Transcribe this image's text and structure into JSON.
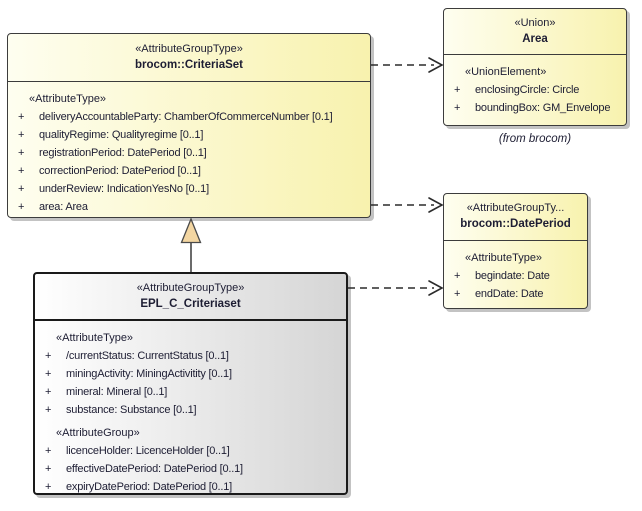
{
  "colors": {
    "canvas-bg": "#FFFFFF",
    "box-fill-left": "#FEFEF0",
    "box-fill-right": "#F8F2AE",
    "box-border": "#3C3C3C",
    "epl-fill-left": "#FFFFFF",
    "epl-fill-right": "#D5D5D5",
    "epl-border": "#1A1A1A",
    "shadow": "#C3C3C3",
    "text": "#1D1D33",
    "line": "#2B2B2B",
    "triangle-fill": "#F3D6A2"
  },
  "classes": {
    "criteria_set": {
      "stereotype": "«AttributeGroupType»",
      "name": "brocom::CriteriaSet",
      "heading": "«AttributeType»",
      "attributes": [
        {
          "vis": "+",
          "text": "deliveryAccountableParty: ChamberOfCommerceNumber [0.1]"
        },
        {
          "vis": "+",
          "text": "qualityRegime: Qualityregime [0..1]"
        },
        {
          "vis": "+",
          "text": "registrationPeriod: DatePeriod [0..1]"
        },
        {
          "vis": "+",
          "text": "correctionPeriod: DatePeriod [0..1]"
        },
        {
          "vis": "+",
          "text": "underReview: IndicationYesNo [0..1]"
        },
        {
          "vis": "+",
          "text": "area: Area"
        }
      ]
    },
    "area": {
      "stereotype": "«Union»",
      "name": "Area",
      "heading": "«UnionElement»",
      "attributes": [
        {
          "vis": "+",
          "text": "enclosingCircle: Circle"
        },
        {
          "vis": "+",
          "text": "boundingBox: GM_Envelope"
        }
      ],
      "package_note": "(from brocom)"
    },
    "date_period": {
      "stereotype": "«AttributeGroupTy...",
      "name": "brocom::DatePeriod",
      "heading": "«AttributeType»",
      "attributes": [
        {
          "vis": "+",
          "text": "begindate: Date"
        },
        {
          "vis": "+",
          "text": "endDate: Date"
        }
      ]
    },
    "epl_c_criteriaset": {
      "stereotype": "«AttributeGroupType»",
      "name": "EPL_C_Criteriaset",
      "heading_attribute_type": "«AttributeType»",
      "attributes_type": [
        {
          "vis": "+",
          "text": "/currentStatus: CurrentStatus [0..1]"
        },
        {
          "vis": "+",
          "text": "miningActivity: MiningActivitity [0..1]"
        },
        {
          "vis": "+",
          "text": "mineral: Mineral [0..1]"
        },
        {
          "vis": "+",
          "text": "substance: Substance [0..1]"
        }
      ],
      "heading_attribute_group": "«AttributeGroup»",
      "attributes_group": [
        {
          "vis": "+",
          "text": "licenceHolder: LicenceHolder [0..1]"
        },
        {
          "vis": "+",
          "text": "effectiveDatePeriod: DatePeriod [0..1]"
        },
        {
          "vis": "+",
          "text": "expiryDatePeriod: DatePeriod [0..1]"
        }
      ]
    }
  },
  "relationships": [
    {
      "type": "dependency",
      "from": "brocom::CriteriaSet",
      "to": "Area",
      "line": "dashed",
      "arrow": "open"
    },
    {
      "type": "dependency",
      "from": "brocom::CriteriaSet",
      "to": "brocom::DatePeriod",
      "line": "dashed",
      "arrow": "open"
    },
    {
      "type": "dependency",
      "from": "EPL_C_Criteriaset",
      "to": "brocom::DatePeriod",
      "line": "dashed",
      "arrow": "open"
    },
    {
      "type": "generalization",
      "from": "EPL_C_Criteriaset",
      "to": "brocom::CriteriaSet",
      "line": "solid",
      "arrow": "triangle"
    }
  ]
}
